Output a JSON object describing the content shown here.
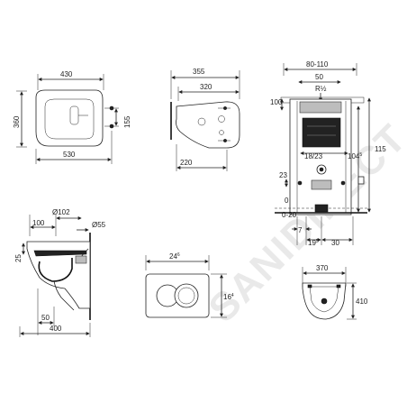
{
  "watermark": "SANIDIRECT",
  "views": {
    "top_seat": {
      "width": "430",
      "depth": "360",
      "length": "530",
      "bolt": "155"
    },
    "side_bowl": {
      "width": "355",
      "inner": "320",
      "depth": "220"
    },
    "frame": {
      "width": "80-110",
      "pipe": "50",
      "thread": "R½",
      "top": "100",
      "height": "115",
      "height2": "104",
      "height2_sup": "5",
      "mid": "18/23",
      "left": "23",
      "zero": "0",
      "adj": "0-20",
      "seven": "7",
      "nineteen": "19",
      "nineteen_sup": "5",
      "thirty": "30"
    },
    "section": {
      "top1": "100",
      "pipe_d": "Ø102",
      "pipe_s": "Ø55",
      "rim": "25",
      "bottom": "50",
      "length": "400"
    },
    "plate": {
      "width": "24",
      "width_sup": "6",
      "height": "16",
      "height_sup": "4"
    },
    "small": {
      "width": "370",
      "height": "410"
    }
  }
}
